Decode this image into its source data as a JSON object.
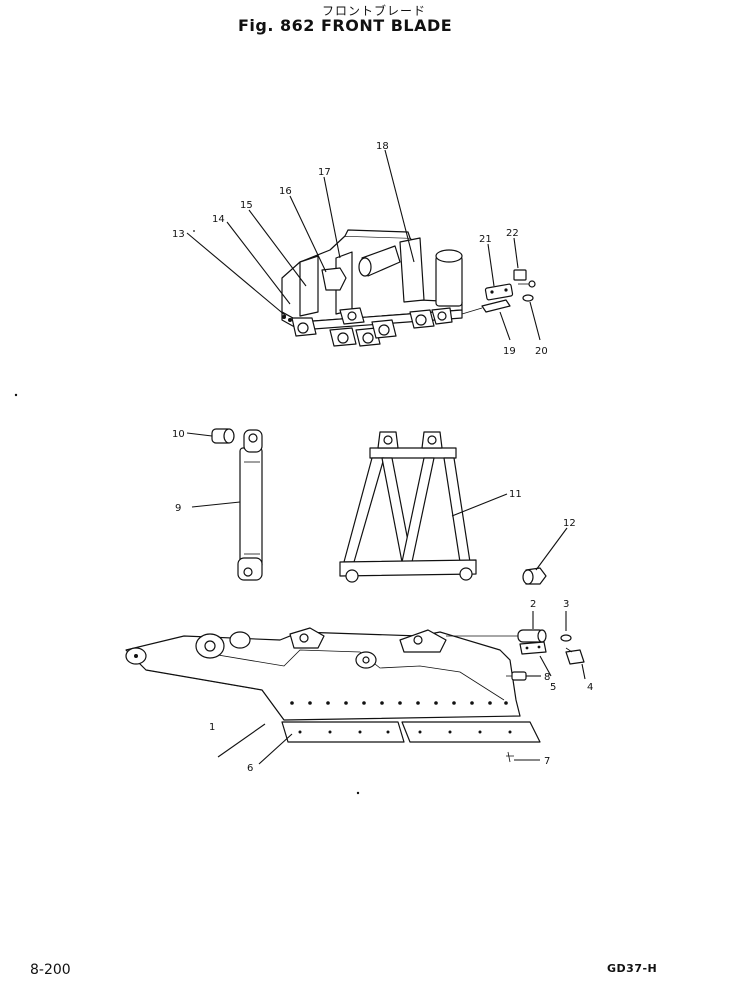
{
  "header": {
    "title_jp": "フロントブレード",
    "title": "Fig. 862 FRONT BLADE"
  },
  "footer": {
    "page_number": "8-200",
    "model": "GD37-H"
  },
  "callouts": [
    {
      "id": "c1",
      "label": "1"
    },
    {
      "id": "c2",
      "label": "2"
    },
    {
      "id": "c3",
      "label": "3"
    },
    {
      "id": "c4",
      "label": "4"
    },
    {
      "id": "c5",
      "label": "5"
    },
    {
      "id": "c6",
      "label": "6"
    },
    {
      "id": "c7",
      "label": "7"
    },
    {
      "id": "c8",
      "label": "8"
    },
    {
      "id": "c9",
      "label": "9"
    },
    {
      "id": "c10",
      "label": "10"
    },
    {
      "id": "c11",
      "label": "11"
    },
    {
      "id": "c12",
      "label": "12"
    },
    {
      "id": "c13",
      "label": "13"
    },
    {
      "id": "c14",
      "label": "14"
    },
    {
      "id": "c15",
      "label": "15"
    },
    {
      "id": "c16",
      "label": "16"
    },
    {
      "id": "c17",
      "label": "17"
    },
    {
      "id": "c18",
      "label": "18"
    },
    {
      "id": "c19",
      "label": "19"
    },
    {
      "id": "c20",
      "label": "20"
    },
    {
      "id": "c21",
      "label": "21"
    },
    {
      "id": "c22",
      "label": "22"
    }
  ]
}
